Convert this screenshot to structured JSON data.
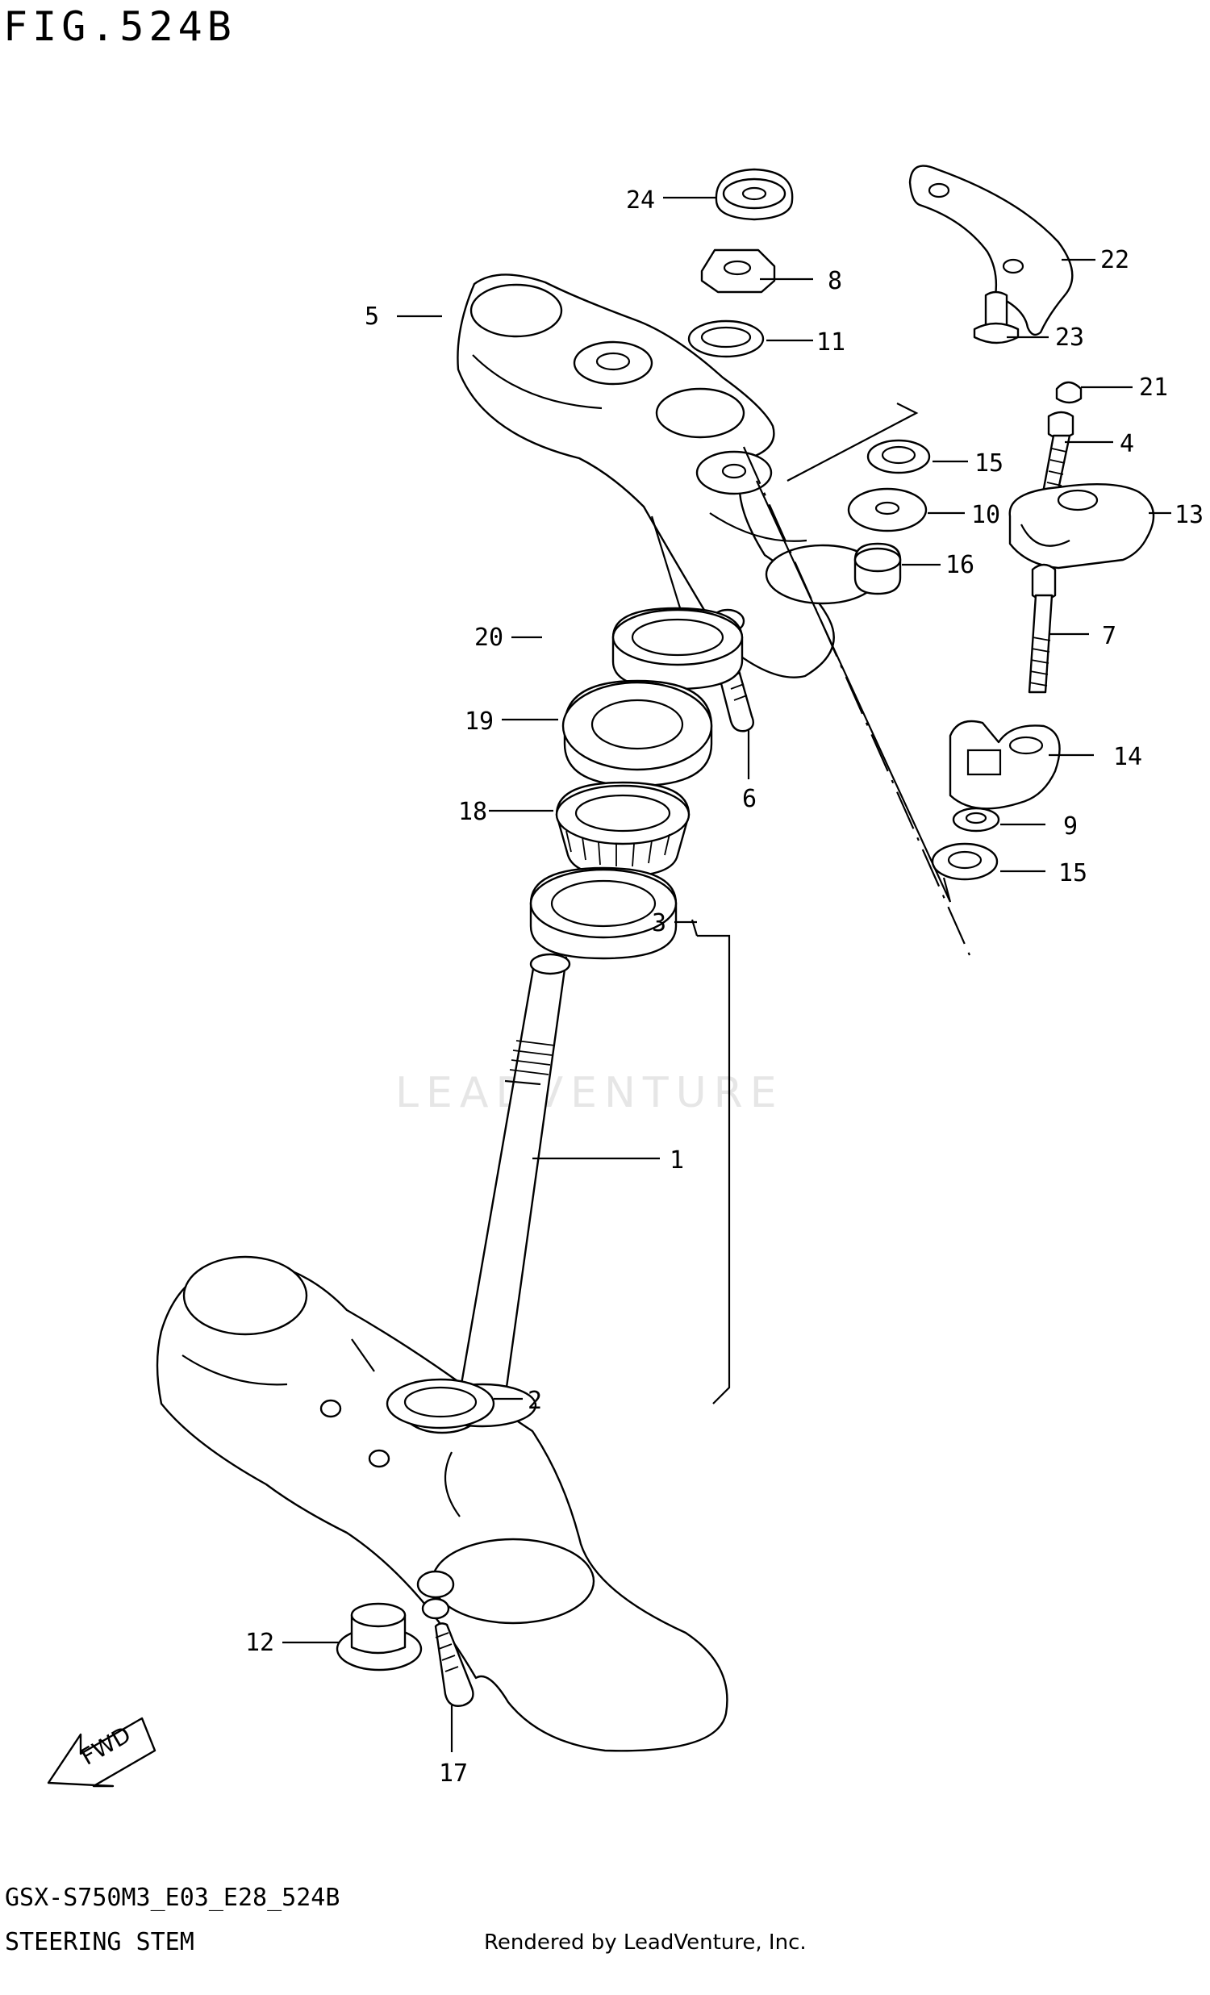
{
  "figure_title": "FIG.524B",
  "model_code": "GSX-S750M3_E03_E28_524B",
  "section_name": "STEERING STEM",
  "render_credit": "Rendered by LeadVenture, Inc.",
  "watermark": "LEADVENTURE",
  "fwd_label": "FWD",
  "callouts": {
    "c1": "1",
    "c2": "2",
    "c3": "3",
    "c4": "4",
    "c5": "5",
    "c6": "6",
    "c7": "7",
    "c8": "8",
    "c9": "9",
    "c10": "10",
    "c11": "11",
    "c12": "12",
    "c13": "13",
    "c14": "14",
    "c15a": "15",
    "c15b": "15",
    "c16": "16",
    "c17": "17",
    "c18": "18",
    "c19": "19",
    "c20": "20",
    "c21": "21",
    "c22": "22",
    "c23": "23",
    "c24": "24"
  }
}
